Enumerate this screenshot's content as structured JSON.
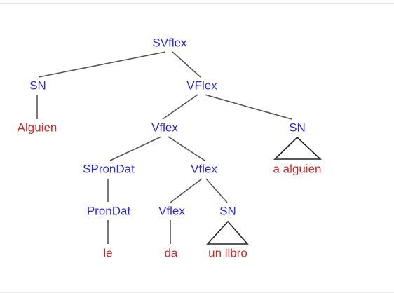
{
  "colors": {
    "category": "#2b2bd6",
    "terminal": "#cc2b2b",
    "edge": "#555555"
  },
  "tree": {
    "root": "SVflex",
    "sn_subject": "SN",
    "subject_word": "Alguien",
    "vflex_top": "VFlex",
    "vflex_mid": "Vflex",
    "sn_object": "SN",
    "object_phrase": "a alguien",
    "spron_dat": "SPronDat",
    "vflex_low": "Vflex",
    "pron_dat": "PronDat",
    "pron_word": "le",
    "vflex_leaf": "Vflex",
    "verb_word": "da",
    "sn_direct": "SN",
    "direct_phrase": "un libro"
  }
}
